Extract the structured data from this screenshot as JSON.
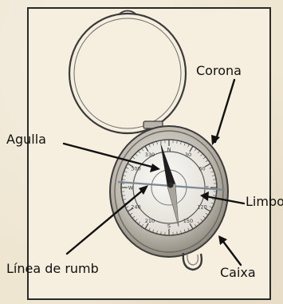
{
  "labels": {
    "corona": "Corona",
    "agulla": "Agulla",
    "limbo": "Limbo",
    "linea_de_rumb": "Línea de rumb",
    "caixa": "Caixa"
  },
  "dial_numbers": [
    "N",
    "30",
    "60",
    "E",
    "120",
    "150",
    "S",
    "210",
    "240",
    "W",
    "300",
    "330"
  ],
  "colors": {
    "ink": "#111111",
    "paper": "#f6efdf",
    "metal": "#c9c5bd",
    "needle": "#1e1e1e"
  },
  "icons": {
    "compass": "compass-illustration"
  }
}
